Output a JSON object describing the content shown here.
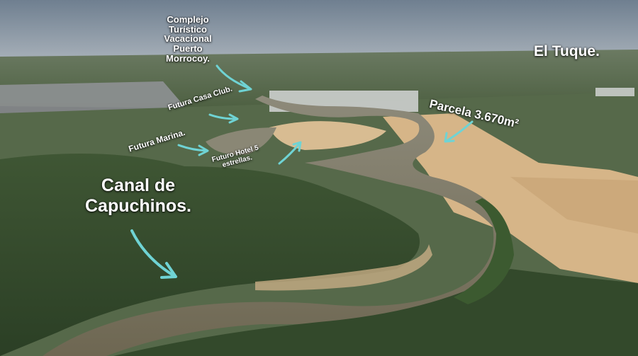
{
  "image": {
    "description_colors": {
      "sky": "#8f9aa6",
      "forest": "#3c5232",
      "water": "#7b7560",
      "sand": "#d9b98a",
      "arrow": "#6fd3d4"
    }
  },
  "labels": {
    "complejo_line1": "Complejo",
    "complejo_line2": "Turístico",
    "complejo_line3": "Vacacional",
    "complejo_line4": "Puerto",
    "complejo_line5": "Morrocoy.",
    "el_tuque": "El Tuque.",
    "parcela": "Parcela 3.670m²",
    "casa_club": "Futura Casa Club.",
    "marina": "Futura Marina.",
    "hotel_line1": "Futuro Hotel 5",
    "hotel_line2": "estrellas.",
    "canal_line1": "Canal de",
    "canal_line2": "Capuchinos."
  }
}
